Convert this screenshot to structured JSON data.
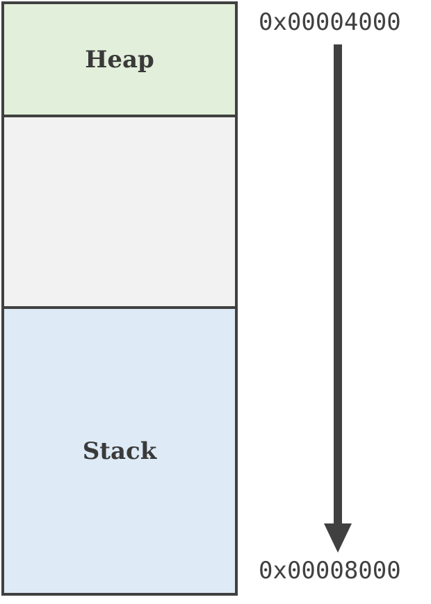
{
  "segments": {
    "heap": {
      "label": "Heap",
      "fill": "#e2efda"
    },
    "free": {
      "label": "",
      "fill": "#f2f2f2"
    },
    "stack": {
      "label": "Stack",
      "fill": "#deeaf6"
    }
  },
  "addresses": {
    "start": "0x00004000",
    "end": "0x00008000"
  },
  "arrow": {
    "direction": "down",
    "color": "#404040"
  },
  "colors": {
    "border": "#404040",
    "text": "#3a3a3a"
  }
}
